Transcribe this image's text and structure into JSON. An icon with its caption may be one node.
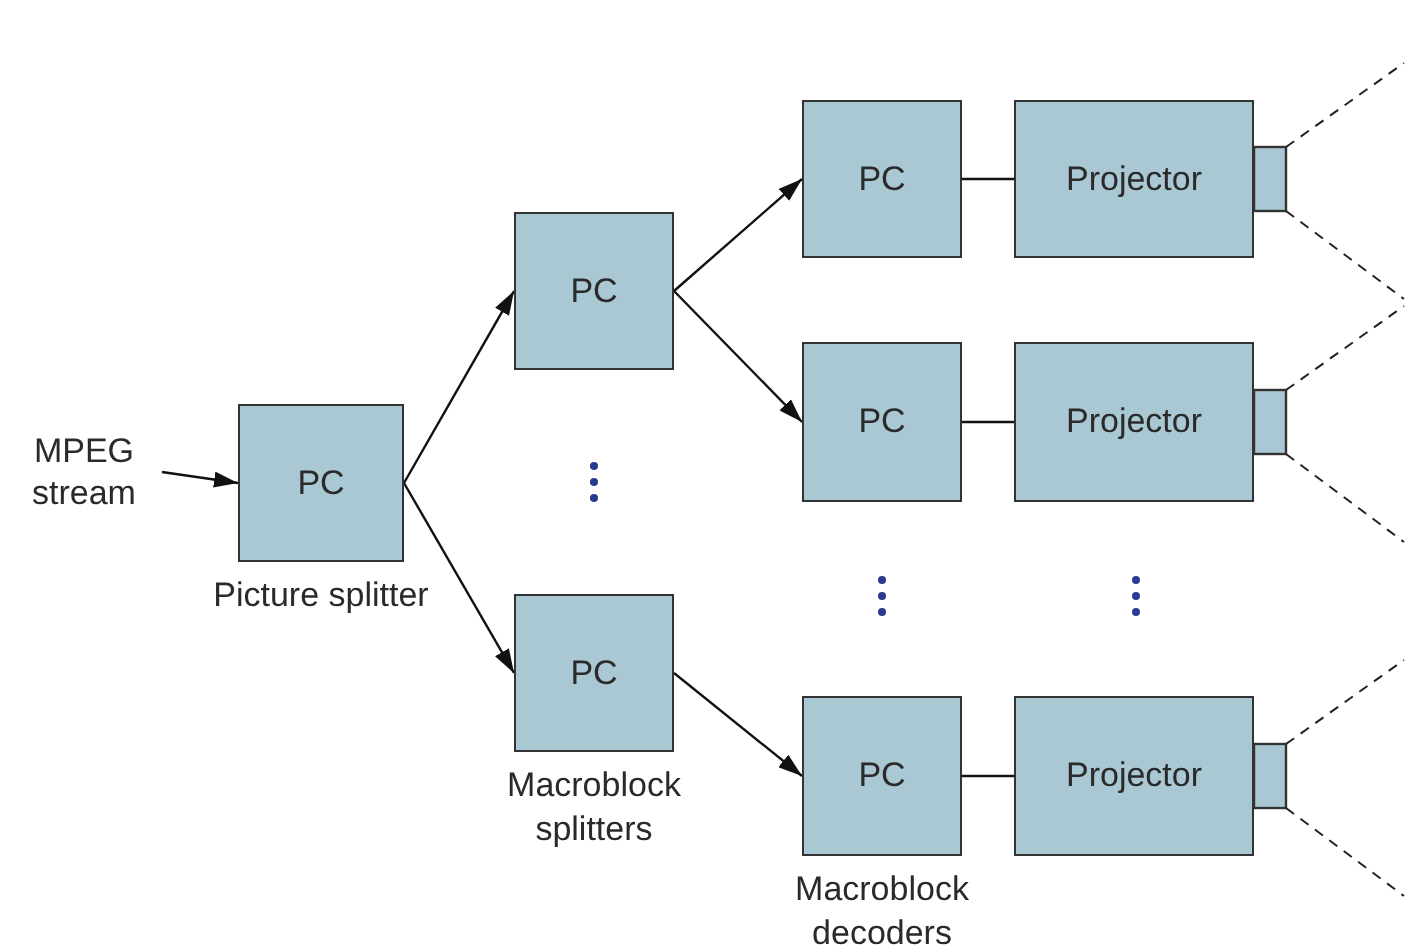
{
  "diagram": {
    "nodes": [
      {
        "text": [
          "MPEG stream"
        ]
      },
      {
        "text": [
          "PC"
        ],
        "beside": [
          "Picture splitter"
        ]
      },
      {
        "text": [
          "PC"
        ]
      },
      {
        "text": [
          "PC"
        ],
        "beside": [
          "Macroblock splitters"
        ]
      },
      {
        "text": [
          "PC"
        ]
      },
      {
        "text": [
          "PC"
        ]
      },
      {
        "text": [
          "PC"
        ],
        "beside": [
          "Macroblock decoders"
        ]
      },
      {
        "text": [
          "Projector"
        ]
      },
      {
        "text": [
          "Projector"
        ]
      },
      {
        "text": [
          "Projector"
        ]
      }
    ],
    "edges": [
      {
        "from": 0,
        "to": 1,
        "arrow": "to"
      },
      {
        "from": 1,
        "to": 2,
        "arrow": "to"
      },
      {
        "from": 1,
        "to": 3,
        "arrow": "to"
      },
      {
        "from": 2,
        "to": 4,
        "arrow": "to"
      },
      {
        "from": 2,
        "to": 5,
        "arrow": "to"
      },
      {
        "from": 3,
        "to": 6,
        "arrow": "to"
      },
      {
        "from": 4,
        "to": 7,
        "arrow": "none"
      },
      {
        "from": 5,
        "to": 8,
        "arrow": "none"
      },
      {
        "from": 6,
        "to": 9,
        "arrow": "none"
      }
    ]
  }
}
